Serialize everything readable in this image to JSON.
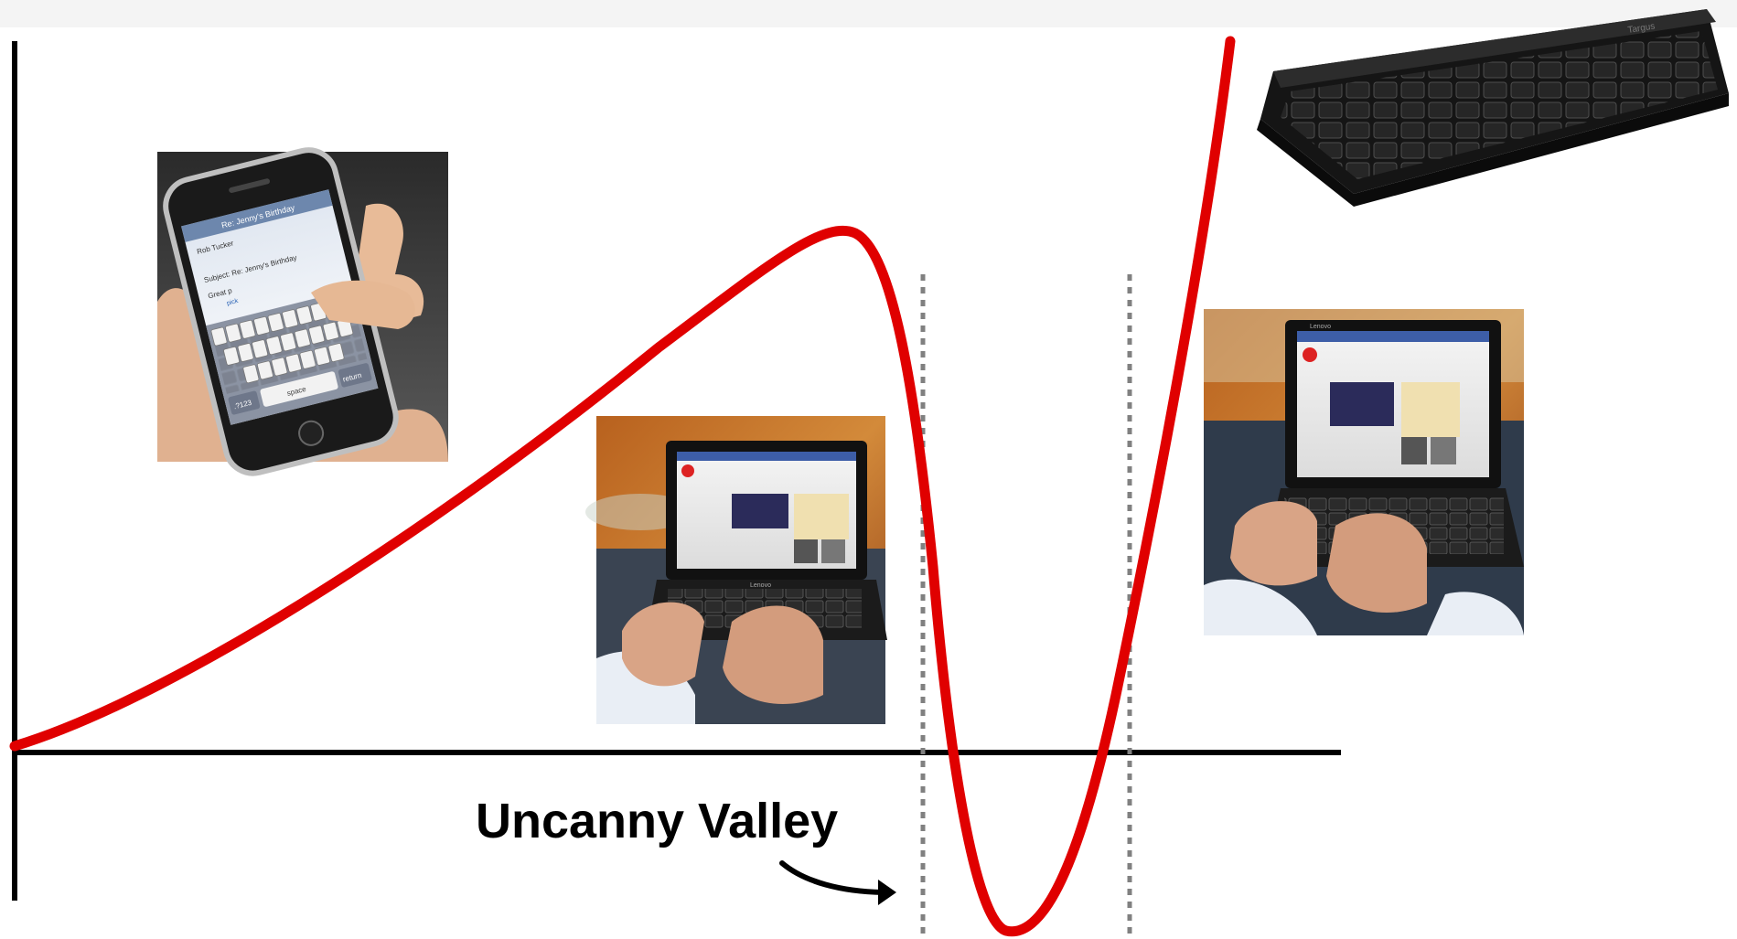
{
  "diagram": {
    "valley_label": "Uncanny Valley",
    "curve_color": "#e00000",
    "axis_color": "#000000",
    "guide_color": "#808080",
    "devices": [
      {
        "name": "smartphone",
        "screen_text": [
          "Re: Jenny's Birthday",
          "Rob Tucker",
          "Subject: Re: Jenny's Birthday",
          "Great p",
          "pick",
          "space",
          "return",
          ".?123"
        ]
      },
      {
        "name": "netbook-left",
        "brand_text": "Lenovo"
      },
      {
        "name": "netbook-right",
        "brand_text": "Lenovo"
      },
      {
        "name": "desktop-keyboard",
        "brand_text": "Targus"
      }
    ]
  }
}
